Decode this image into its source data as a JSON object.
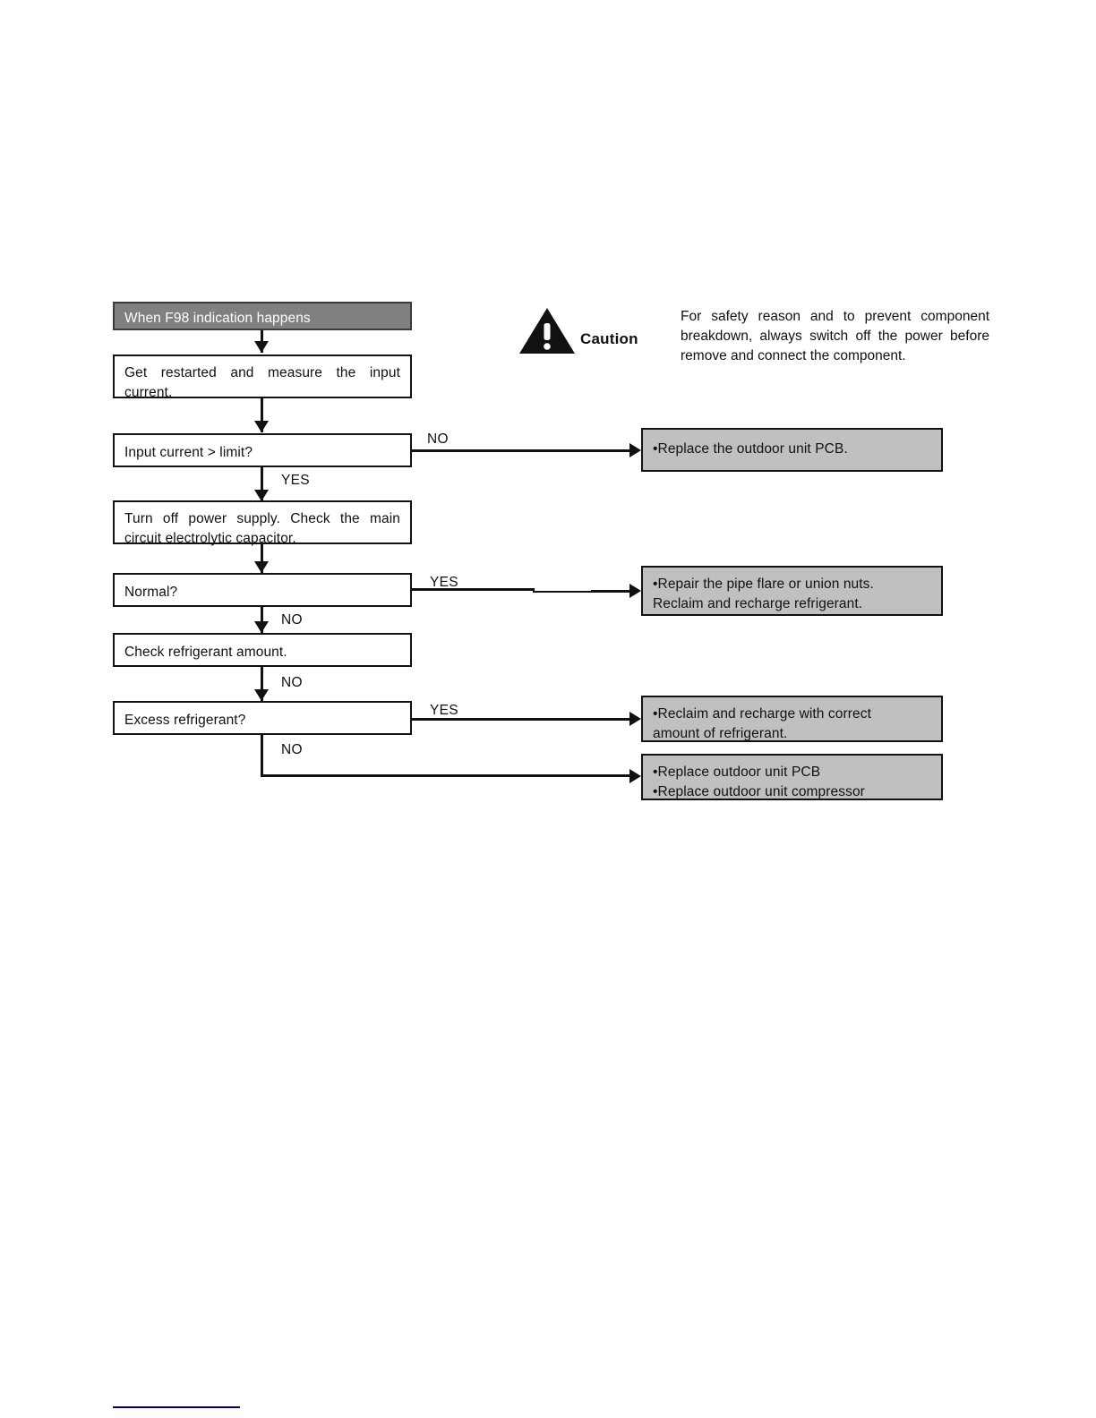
{
  "document": {
    "type": "troubleshooting-flowchart",
    "title": "When F98 indication happens"
  },
  "caution": {
    "icon": "warning-triangle-icon",
    "label": "Caution",
    "text": "For safety reason and to prevent component breakdown, always switch off the power before remove and connect the component."
  },
  "flow": {
    "header": {
      "label": "When F98 indication happens",
      "fill": "#808080",
      "text_color": "#ffffff"
    },
    "steps": [
      {
        "id": "step-measure-input-current",
        "label": "Get restarted and measure the input current.",
        "line1": "Get restarted and measure the input",
        "line2": "current."
      },
      {
        "id": "decision-input-current-over-limit",
        "label": "Input current > limit?"
      },
      {
        "id": "step-turn-off-power-check-capacitor",
        "label": "Turn off power supply. Check the main circuit electrolytic capacitor.",
        "line1": "Turn off power supply. Check the main",
        "line2": "circuit electrolytic capacitor."
      },
      {
        "id": "decision-normal",
        "label": "Normal?"
      },
      {
        "id": "step-check-refrigerant-amount",
        "label": "Check refrigerant amount."
      },
      {
        "id": "decision-excess-refrigerant",
        "label": "Excess refrigerant?"
      }
    ],
    "actions": [
      {
        "id": "action-replace-outdoor-pcb",
        "fill": "#c0c0c0",
        "lines": [
          "•Replace the outdoor unit PCB."
        ]
      },
      {
        "id": "action-repair-pipe-flare",
        "fill": "#c0c0c0",
        "lines": [
          "•Repair the pipe flare or union nuts.",
          "Reclaim and recharge refrigerant."
        ]
      },
      {
        "id": "action-reclaim-recharge-correct",
        "fill": "#c0c0c0",
        "lines": [
          "•Reclaim and recharge with correct",
          "amount of refrigerant."
        ]
      },
      {
        "id": "action-replace-pcb-compressor",
        "fill": "#c0c0c0",
        "lines": [
          "•Replace outdoor unit PCB",
          "•Replace outdoor unit compressor"
        ]
      }
    ],
    "edge_labels": {
      "input_current_no": "NO",
      "input_current_yes": "YES",
      "normal_yes": "YES",
      "normal_no": "NO",
      "check_amount_no": "NO",
      "excess_yes": "YES",
      "excess_no": "NO"
    }
  }
}
